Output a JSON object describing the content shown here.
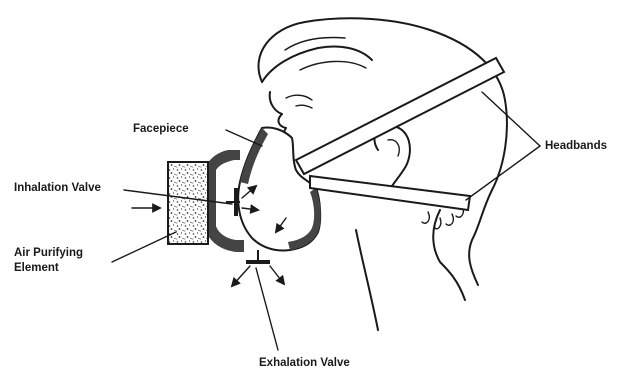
{
  "labels": {
    "facepiece": "Facepiece",
    "inhalation_valve": "Inhalation Valve",
    "air_purifying_line1": "Air Purifying",
    "air_purifying_line2": "Element",
    "headbands": "Headbands",
    "exhalation_valve": "Exhalation Valve"
  },
  "colors": {
    "ink": "#1a1a1a",
    "mask_fill": "#444444",
    "background": "#ffffff"
  }
}
